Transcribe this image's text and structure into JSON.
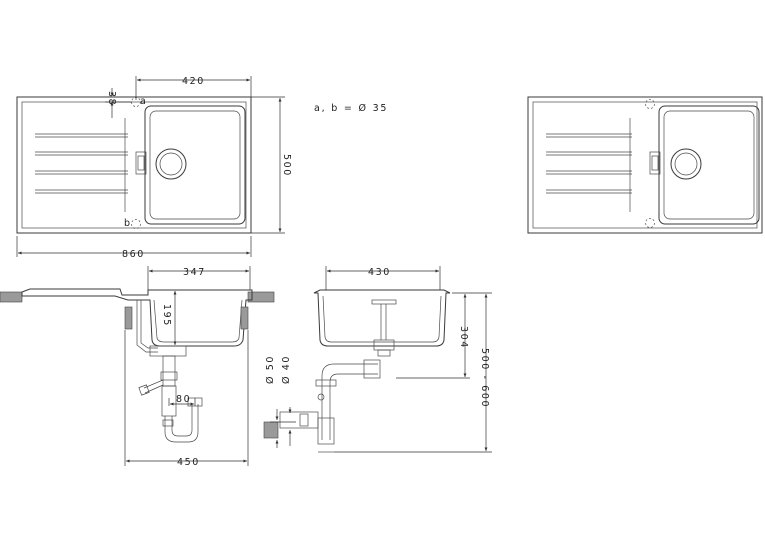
{
  "note": {
    "holes": "a, b = Ø 35"
  },
  "top_view": {
    "dim_width_bowl": "420",
    "dim_offset": "38",
    "dim_depth": "500",
    "dim_total_width": "860",
    "label_a": "a",
    "label_b": "b"
  },
  "side_view_front": {
    "dim_bowl_width": "347",
    "dim_bowl_depth": "195",
    "dim_trap_offset": "80",
    "dim_cabinet_width": "450"
  },
  "side_view_profile": {
    "dim_width": "430",
    "dim_height_bowl": "304",
    "dim_height_range": "500 - 600",
    "dim_pipe_50": "Ø 50",
    "dim_pipe_40": "Ø 40"
  },
  "colors": {
    "line": "#3a3a3a",
    "hatch": "#9a9a9a",
    "background": "#ffffff"
  }
}
